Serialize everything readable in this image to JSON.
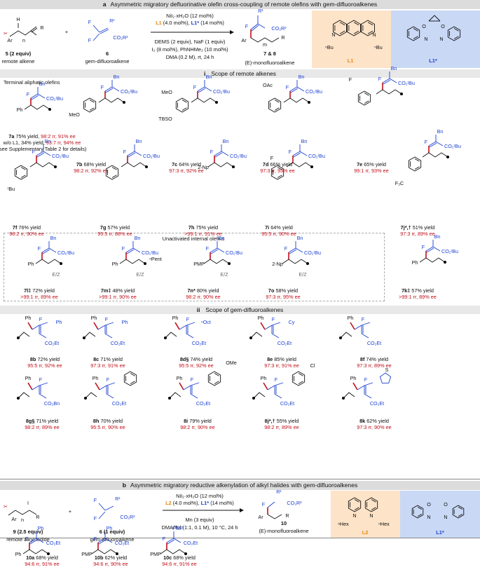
{
  "section_a": {
    "letter": "a",
    "title": "Asymmetric migratory defluorinative olefin cross-coupling of remote olefins with gem-difluoroalkenes",
    "reactant1": "5 (2 equiv)",
    "reactant1_name": "remote alkene",
    "reactant2": "6",
    "reactant2_name": "gem-difluoroalkene",
    "cond1": "NiI₂·xH₂O (12 mol%)",
    "cond2_a": "L1",
    "cond2_b": " (4.0 mol%), ",
    "cond2_c": "L1*",
    "cond2_d": " (14 mol%)",
    "cond3": "DEMS (2 equiv), NaF (1 equiv)",
    "cond4": "I₂ (8 mol%), PhNHMe₂ (10 mol%)",
    "cond5": "DMA (0.2 M), rt, 24 h",
    "product": "7 & 8",
    "product_name": "(E)-monofluoroalkene",
    "ligand_L1": "L1",
    "ligand_L1star": "L1*"
  },
  "section_i": {
    "roman": "i",
    "title": "Scope of remote alkenes",
    "group_label": "Terminal aliphatic olefins",
    "internal_label": "Unactivated internal olefins"
  },
  "compounds_i": [
    {
      "name": "7a",
      "yield": " 75% yield, ",
      "sel": "98:2 rr, 91% ee",
      "extra1": "w/o L1, 34% yield, ",
      "extra1_sel": "93:7 rr, 94% ee",
      "extra2": "(see Supplementary Table 2 for details)"
    },
    {
      "name": "7b",
      "yield": " 68% yield",
      "sel": "98:2 rr, 92% ee"
    },
    {
      "name": "7c",
      "yield": " 64% yield",
      "sel": "97:3 rr, 92% ee"
    },
    {
      "name": "7d",
      "yield": " 66% yield",
      "sel": "97:3 rr, 93% ee"
    },
    {
      "name": "7e",
      "yield": " 65% yield",
      "sel": "99:1 rr, 93% ee"
    },
    {
      "name": "7f",
      "yield": " 76% yield",
      "sel": "98:2 rr, 90% ee"
    },
    {
      "name": "7g",
      "yield": " 57% yield",
      "sel": "95:5 rr, 88% ee"
    },
    {
      "name": "7h",
      "yield": " 75% yield",
      "sel": ">99:1 rr, 91% ee"
    },
    {
      "name": "7i",
      "yield": " 64% yield",
      "sel": "95:5 rr, 90% ee"
    },
    {
      "name": "7j*,†",
      "yield": " 51% yield",
      "sel": "97:3 rr, 89% ee"
    },
    {
      "name": "7l‡",
      "yield": " 72% yield",
      "sel": ">99:1 rr, 89% ee"
    },
    {
      "name": "7m‡",
      "yield": " 48% yield",
      "sel": ">99:1 rr, 90% ee"
    },
    {
      "name": "7n*",
      "yield": " 80% yield",
      "sel": "98:2 rr, 90% ee"
    },
    {
      "name": "7o",
      "yield": " 58% yield",
      "sel": "97:3 rr, 95% ee"
    },
    {
      "name": "7k‡",
      "yield": " 57% yield",
      "sel": ">99:1 rr, 89% ee"
    }
  ],
  "section_ii": {
    "roman": "ii",
    "title": "Scope of gem-difluoroalkenes"
  },
  "compounds_ii": [
    {
      "name": "8b",
      "yield": " 72% yield",
      "sel": "95:5 rr, 92% ee"
    },
    {
      "name": "8c",
      "yield": " 71% yield",
      "sel": "97:3 rr, 91% ee"
    },
    {
      "name": "8d§",
      "yield": " 74% yield",
      "sel": "95:5 rr, 92% ee"
    },
    {
      "name": "8e",
      "yield": " 85% yield",
      "sel": "97:3 rr, 91% ee"
    },
    {
      "name": "8f",
      "yield": " 74% yield",
      "sel": "97:3 rr, 89% ee"
    },
    {
      "name": "8g§",
      "yield": " 71% yield",
      "sel": "98:2 rr, 89% ee"
    },
    {
      "name": "8h",
      "yield": " 70% yield",
      "sel": "95:5 rr, 90% ee"
    },
    {
      "name": "8i",
      "yield": " 79% yield",
      "sel": "98:2 rr, 90% ee"
    },
    {
      "name": "8j*,†",
      "yield": " 55% yield",
      "sel": "98:2 rr, 89% ee"
    },
    {
      "name": "8k",
      "yield": " 62% yield",
      "sel": "97:3 rr, 90% ee"
    }
  ],
  "section_b": {
    "letter": "b",
    "title": "Asymmetric migratory reductive alkenylation of alkyl halides with gem-difluoroalkenes",
    "reactant1": "9 (2.5 equiv)",
    "reactant1_name": "remote alkyl iodide",
    "reactant2": "6 (1 equiv)",
    "reactant2_name": "gem-difluoroalkene",
    "cond1": "NiI₂·xH₂O (12 mol%)",
    "cond2_a": "L2",
    "cond2_b": " (4.0 mol%), ",
    "cond2_c": "L1*",
    "cond2_d": " (14 mol%)",
    "cond3": "Mn (3 equiv)",
    "cond4": "DMA/Tol (1:1, 0.1 M), 10 °C, 24 h",
    "product": "10",
    "product_name": "(E)-monofluoroalkene",
    "ligand_L2": "L2",
    "ligand_L1star": "L1*"
  },
  "compounds_b": [
    {
      "name": "10a",
      "yield": " 68% yield",
      "sel": "94:6 rr, 91% ee"
    },
    {
      "name": "10b",
      "yield": " 62% yield",
      "sel": "94:6 rr, 90% ee"
    },
    {
      "name": "10c",
      "yield": " 68% yield",
      "sel": "94:6 rr, 91% ee"
    }
  ],
  "struct_labels": {
    "F": "F",
    "Bn": "Bn",
    "CO2tBu": "CO₂ᵗBu",
    "Ph": "Ph",
    "MeO": "MeO",
    "TBSO": "TBSO",
    "OAc": "OAc",
    "tBu": "ᵗBu",
    "F3C": "F₃C",
    "Np": "2-Np",
    "PMP": "PMP",
    "nPent": "ⁿPent",
    "EZ": "E/Z",
    "CO2Et": "CO₂Et",
    "nOct": "ⁿOct",
    "Cy": "Cy",
    "CO2Bn": "CO₂Bn",
    "OMe": "OMe",
    "Cl": "Cl",
    "S": "S",
    "R": "R",
    "R1": "R¹",
    "CO2R2": "CO₂R²",
    "Ar": "Ar",
    "H": "H",
    "I": "I",
    "n": "n",
    "m": "m",
    "nBu": "ⁿBu",
    "nHex": "ⁿHex",
    "N": "N",
    "O": "O",
    "plus": "+"
  }
}
